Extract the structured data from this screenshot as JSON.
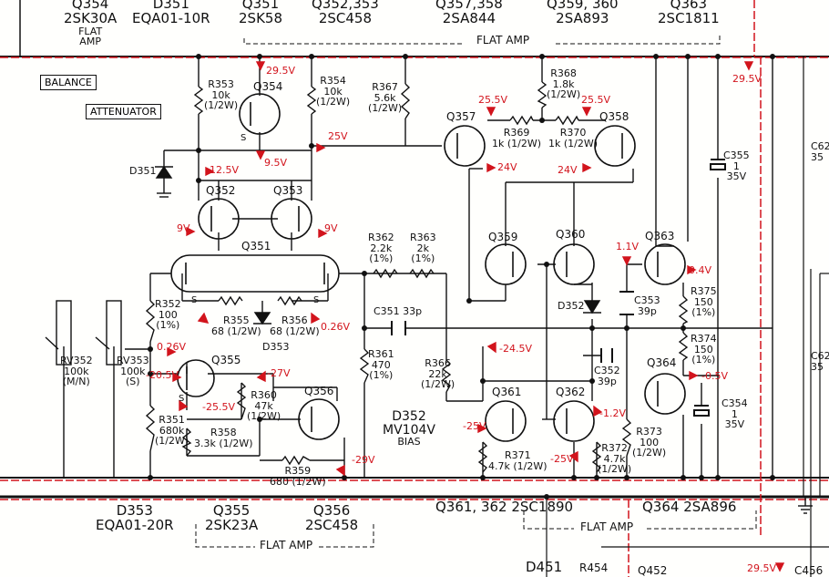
{
  "header_labels": [
    {
      "id": "h-q354",
      "lines": [
        "Q354",
        "2SK30A",
        "FLAT",
        "AMP"
      ]
    },
    {
      "id": "h-d351",
      "lines": [
        "D351",
        "EQA01-10R"
      ]
    },
    {
      "id": "h-q351",
      "lines": [
        "Q351",
        "2SK58"
      ]
    },
    {
      "id": "h-q352",
      "lines": [
        "Q352,353",
        "2SC458"
      ]
    },
    {
      "id": "h-q357",
      "lines": [
        "Q357,358",
        "2SA844"
      ]
    },
    {
      "id": "h-q359",
      "lines": [
        "Q359, 360",
        "2SA893"
      ]
    },
    {
      "id": "h-q363",
      "lines": [
        "Q363",
        "2SC1811"
      ]
    },
    {
      "id": "h-flat",
      "lines": [
        "FLAT AMP"
      ]
    }
  ],
  "footer_labels": [
    {
      "id": "f-d353",
      "lines": [
        "D353",
        "EQA01-20R"
      ]
    },
    {
      "id": "f-q355",
      "lines": [
        "Q355",
        "2SK23A"
      ]
    },
    {
      "id": "f-q356",
      "lines": [
        "Q356",
        "2SC458"
      ]
    },
    {
      "id": "f-flat1",
      "lines": [
        "FLAT AMP"
      ]
    },
    {
      "id": "f-q361",
      "lines": [
        "Q361, 362 2SC1890"
      ]
    },
    {
      "id": "f-q364",
      "lines": [
        "Q364  2SA896"
      ]
    },
    {
      "id": "f-flat2",
      "lines": [
        "FLAT AMP"
      ]
    },
    {
      "id": "f-d451",
      "lines": [
        "D451"
      ]
    },
    {
      "id": "f-r454",
      "lines": [
        "R454"
      ]
    },
    {
      "id": "f-q452",
      "lines": [
        "Q452"
      ]
    },
    {
      "id": "f-c456",
      "lines": [
        "C456"
      ]
    }
  ],
  "boxed_labels": [
    {
      "id": "balance",
      "text": "BALANCE"
    },
    {
      "id": "attenuator",
      "text": "ATTENUATOR"
    }
  ],
  "transistor_labels": [
    "Q354",
    "Q352",
    "Q353",
    "Q351",
    "Q355",
    "Q356",
    "Q357",
    "Q358",
    "Q359",
    "Q360",
    "Q363",
    "Q361",
    "Q362",
    "Q364"
  ],
  "component_labels": [
    {
      "id": "r353",
      "lines": [
        "R353",
        "10k",
        "(1/2W)"
      ]
    },
    {
      "id": "r354",
      "lines": [
        "R354",
        "10k",
        "(1/2W)"
      ]
    },
    {
      "id": "r367",
      "lines": [
        "R367",
        "5.6k",
        "(1/2W)"
      ]
    },
    {
      "id": "r368",
      "lines": [
        "R368",
        "1.8k",
        "(1/2W)"
      ]
    },
    {
      "id": "r369",
      "lines": [
        "R369",
        "1k (1/2W)"
      ]
    },
    {
      "id": "r370",
      "lines": [
        "R370",
        "1k (1/2W)"
      ]
    },
    {
      "id": "c355",
      "lines": [
        "C355",
        "1",
        "35V"
      ]
    },
    {
      "id": "d351",
      "lines": [
        "D351"
      ]
    },
    {
      "id": "r362",
      "lines": [
        "R362",
        "2.2k",
        "(1%)"
      ]
    },
    {
      "id": "r363",
      "lines": [
        "R363",
        "2k",
        "(1%)"
      ]
    },
    {
      "id": "r352",
      "lines": [
        "R352",
        "100",
        "(1%)"
      ]
    },
    {
      "id": "r355",
      "lines": [
        "R355",
        "68 (1/2W)"
      ]
    },
    {
      "id": "r356",
      "lines": [
        "R356",
        "68 (1/2W)"
      ]
    },
    {
      "id": "d353",
      "lines": [
        "D353"
      ]
    },
    {
      "id": "c351",
      "lines": [
        "C351  33p"
      ]
    },
    {
      "id": "d352",
      "lines": [
        "D352"
      ]
    },
    {
      "id": "c353",
      "lines": [
        "C353",
        "39p"
      ]
    },
    {
      "id": "r375",
      "lines": [
        "R375",
        "150",
        "(1%)"
      ]
    },
    {
      "id": "r374",
      "lines": [
        "R374",
        "150",
        "(1%)"
      ]
    },
    {
      "id": "rv352",
      "lines": [
        "RV352",
        "100k",
        "(M/N)"
      ]
    },
    {
      "id": "rv353",
      "lines": [
        "RV353",
        "100k",
        "(S)"
      ]
    },
    {
      "id": "r361",
      "lines": [
        "R361",
        "470",
        "(1%)"
      ]
    },
    {
      "id": "r366",
      "lines": [
        "R366",
        "22k",
        "(1/2W)"
      ]
    },
    {
      "id": "c352",
      "lines": [
        "C352",
        "39p"
      ]
    },
    {
      "id": "c354",
      "lines": [
        "C354",
        "1",
        "35V"
      ]
    },
    {
      "id": "r360",
      "lines": [
        "R360",
        "47k",
        "(1/2W)"
      ]
    },
    {
      "id": "r351",
      "lines": [
        "R351",
        "680k",
        "(1/2W)"
      ]
    },
    {
      "id": "r358",
      "lines": [
        "R358",
        "3.3k (1/2W)"
      ]
    },
    {
      "id": "r359",
      "lines": [
        "R359",
        "680 (1/2W)"
      ]
    },
    {
      "id": "d352big",
      "lines": [
        "D352",
        "MV104V",
        "BIAS"
      ]
    },
    {
      "id": "r371",
      "lines": [
        "R371",
        "4.7k (1/2W)"
      ]
    },
    {
      "id": "r372",
      "lines": [
        "R372",
        "4.7k",
        "(1/2W)"
      ]
    },
    {
      "id": "r373",
      "lines": [
        "R373",
        "100",
        "(1/2W)"
      ]
    },
    {
      "id": "c62a",
      "lines": [
        "C62",
        "35"
      ]
    },
    {
      "id": "c62b",
      "lines": [
        "C62",
        "35"
      ]
    }
  ],
  "voltages": [
    "29.5V",
    "25V",
    "9.5V",
    "12.5V",
    "9V",
    "9V",
    "0.26V",
    "0.26V",
    "-20.5V",
    "-27V",
    "-25.5V",
    "-29V",
    "25.5V",
    "25.5V",
    "24V",
    "24V",
    "29.5V",
    "1.1V",
    "0.4V",
    "-24.5V",
    "-25V",
    "-25V",
    "-1.2V",
    "-0.5V",
    "29.5V"
  ],
  "pin_labels": [
    "S",
    "S",
    "S",
    "S"
  ],
  "colors": {
    "ink": "#111111",
    "red": "#d2141c",
    "paper": "#fffffd"
  }
}
